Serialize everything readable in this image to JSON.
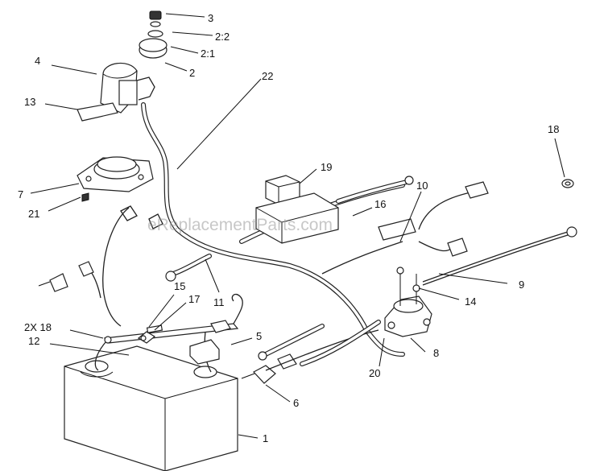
{
  "watermark": "eReplacementParts.com",
  "callouts": [
    {
      "id": "c1",
      "text": "1"
    },
    {
      "id": "c2",
      "text": "2"
    },
    {
      "id": "c21a",
      "text": "2:1"
    },
    {
      "id": "c22a",
      "text": "2:2"
    },
    {
      "id": "c3",
      "text": "3"
    },
    {
      "id": "c4",
      "text": "4"
    },
    {
      "id": "c5",
      "text": "5"
    },
    {
      "id": "c6",
      "text": "6"
    },
    {
      "id": "c7",
      "text": "7"
    },
    {
      "id": "c8",
      "text": "8"
    },
    {
      "id": "c9",
      "text": "9"
    },
    {
      "id": "c10",
      "text": "10"
    },
    {
      "id": "c11",
      "text": "11"
    },
    {
      "id": "c12",
      "text": "12"
    },
    {
      "id": "c13",
      "text": "13"
    },
    {
      "id": "c14",
      "text": "14"
    },
    {
      "id": "c15",
      "text": "15"
    },
    {
      "id": "c16",
      "text": "16"
    },
    {
      "id": "c17",
      "text": "17"
    },
    {
      "id": "c18",
      "text": "18"
    },
    {
      "id": "c2x18",
      "text": "2X 18"
    },
    {
      "id": "c19",
      "text": "19"
    },
    {
      "id": "c20",
      "text": "20"
    },
    {
      "id": "c21",
      "text": "21"
    },
    {
      "id": "c22",
      "text": "22"
    }
  ]
}
